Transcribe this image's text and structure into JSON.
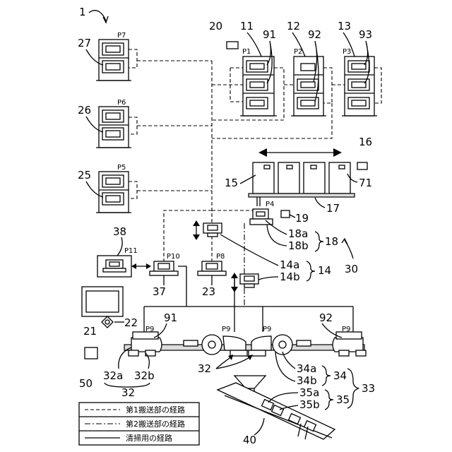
{
  "figure_number": "1",
  "ports": {
    "p1": "P1",
    "p2": "P2",
    "p3": "P3",
    "p4": "P4",
    "p5": "P5",
    "p6": "P6",
    "p7": "P7",
    "p8": "P8",
    "p9a": "P9",
    "p9b": "P9",
    "p9c": "P9",
    "p9d": "P9",
    "p10": "P10",
    "p11": "P11"
  },
  "labels": {
    "l11": "11",
    "l12": "12",
    "l13": "13",
    "l14": "14",
    "l14a": "14a",
    "l14b": "14b",
    "l15": "15",
    "l16": "16",
    "l17": "17",
    "l18": "18",
    "l18a": "18a",
    "l18b": "18b",
    "l19": "19",
    "l20": "20",
    "l21": "21",
    "l22": "22",
    "l23": "23",
    "l25": "25",
    "l26": "26",
    "l27": "27",
    "l30": "30",
    "l32a": "32a",
    "l32b": "32b",
    "l32c": "32",
    "l32d": "32",
    "l33": "33",
    "l34": "34",
    "l34a": "34a",
    "l34b": "34b",
    "l35": "35",
    "l35a": "35a",
    "l35b": "35b",
    "l37": "37",
    "l38": "38",
    "l40": "40",
    "l50": "50",
    "l71": "71",
    "l91a": "91",
    "l91b": "91",
    "l92a": "92",
    "l92b": "92",
    "l93": "93"
  },
  "legend": [
    {
      "label": "第1搬送部の経路",
      "style": "dashed"
    },
    {
      "label": "第2搬送部の経路",
      "style": "dash-dot"
    },
    {
      "label": "清掃用の経路",
      "style": "solid"
    }
  ]
}
